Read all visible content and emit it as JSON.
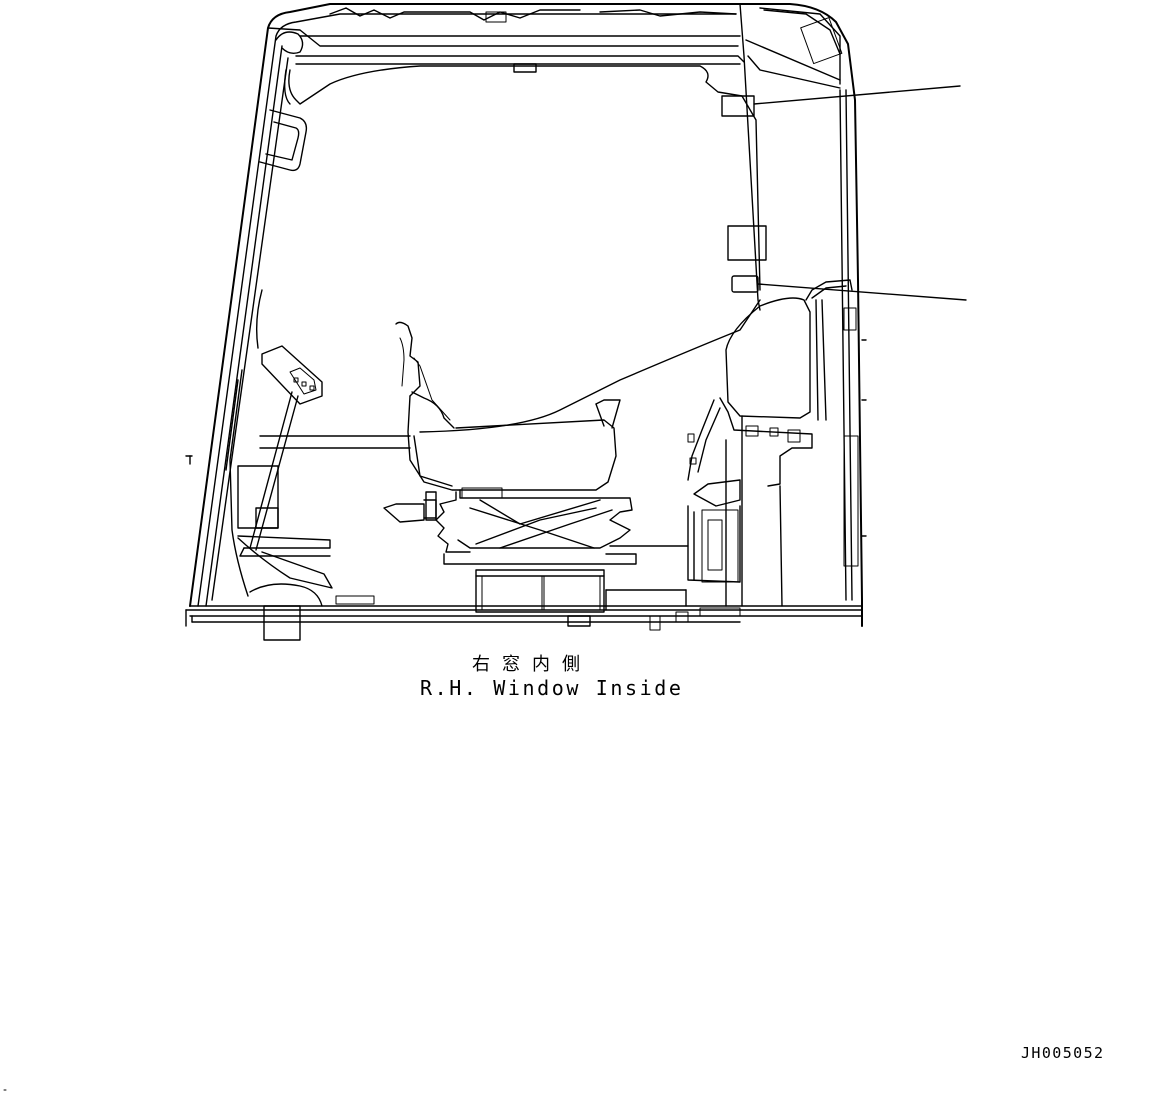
{
  "caption": {
    "japanese": "右窓内側",
    "english": "R.H. Window Inside"
  },
  "drawing_code": "JH005052",
  "colors": {
    "line": "#000000",
    "background": "#ffffff"
  }
}
